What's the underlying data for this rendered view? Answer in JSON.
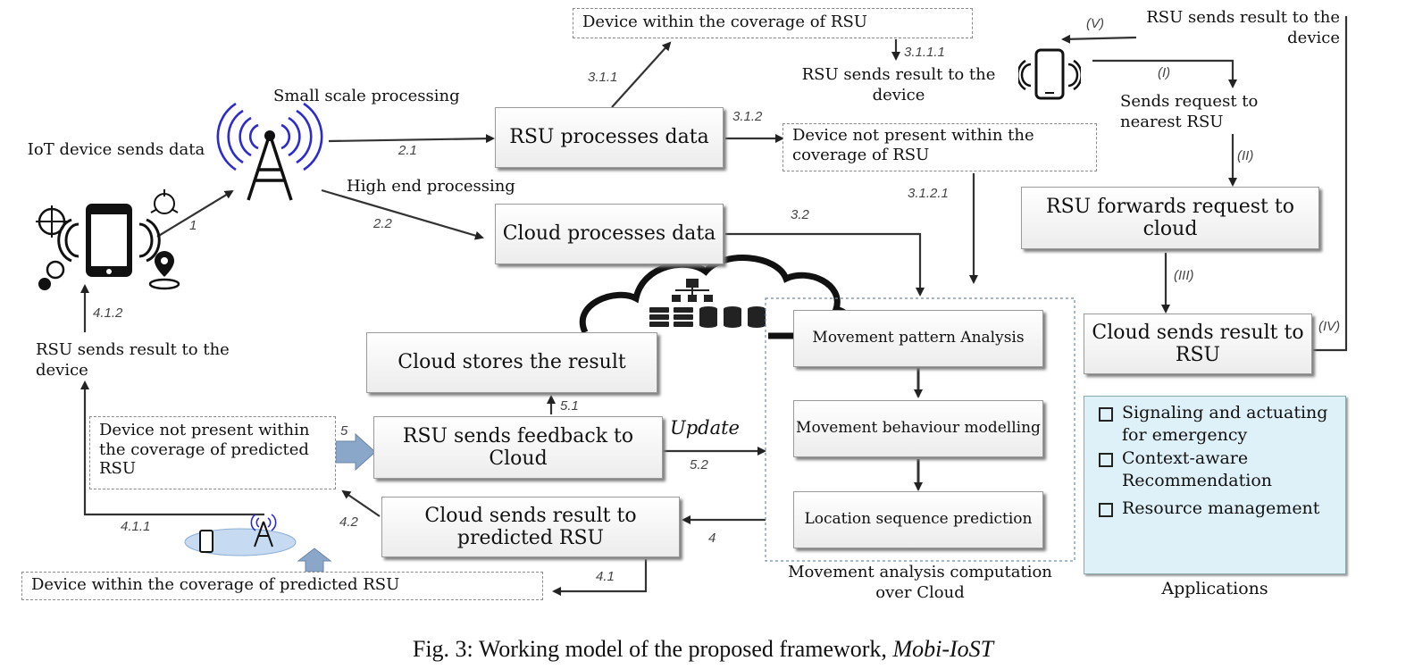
{
  "caption": {
    "prefix": "Fig. 3: Working model of the proposed framework, ",
    "name": "Mobi-IoST"
  },
  "texts": {
    "iot_sends": "IoT device sends data",
    "small_scale": "Small scale processing",
    "high_end": "High end processing",
    "rsu_sends_result_top": "RSU sends result to the device",
    "rsu_sends_result_right": "RSU sends result to the device",
    "sends_request": "Sends request to nearest RSU",
    "rsu_sends_result_left": "RSU sends result to the device",
    "movement_caption": "Movement analysis computation over Cloud",
    "update": "Update",
    "applications_title": "Applications"
  },
  "boxes": {
    "rsu_processes": "RSU processes data",
    "cloud_processes": "Cloud processes data",
    "rsu_forwards": "RSU forwards request to cloud",
    "cloud_sends_rsu": "Cloud sends result to RSU",
    "movement_pattern": "Movement pattern Analysis",
    "movement_behaviour": "Movement behaviour modelling",
    "location_sequence": "Location sequence prediction",
    "cloud_stores": "Cloud stores the result",
    "rsu_feedback": "RSU sends feedback to Cloud",
    "cloud_sends_predicted": "Cloud sends result to predicted RSU"
  },
  "dashed": {
    "within_rsu": "Device within the coverage of RSU",
    "not_within_rsu": "Device not present within the coverage of RSU",
    "not_predicted": "Device not present within the coverage of predicted RSU",
    "within_predicted": "Device within the coverage of predicted RSU"
  },
  "applications": [
    "Signaling and actuating for emergency",
    "Context-aware Recommendation",
    "Resource management"
  ],
  "labels": {
    "l1": "1",
    "l21": "2.1",
    "l22": "2.2",
    "l311": "3.1.1",
    "l312": "3.1.2",
    "l3111": "3.1.1.1",
    "l3121": "3.1.2.1",
    "l32": "3.2",
    "l4": "4",
    "l41": "4.1",
    "l411": "4.1.1",
    "l412": "4.1.2",
    "l42": "4.2",
    "l5": "5",
    "l51": "5.1",
    "l52": "5.2",
    "rI": "(I)",
    "rII": "(II)",
    "rIII": "(III)",
    "rIV": "(IV)",
    "rV": "(V)"
  },
  "colors": {
    "tower": "#2b2bd0",
    "applications_bg": "#dff1f8",
    "box_border": "#9a9a9a"
  }
}
